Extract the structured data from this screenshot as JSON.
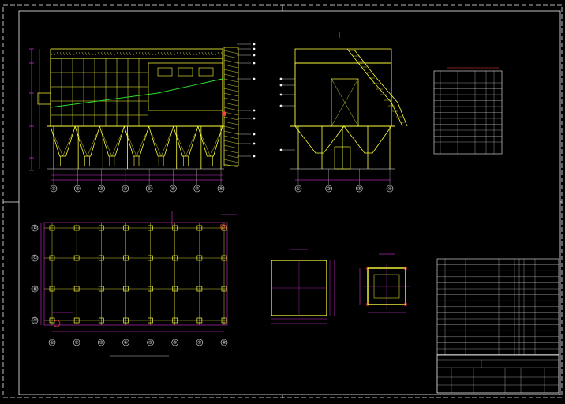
{
  "drawing": {
    "colors": {
      "background": "#000000",
      "frame": "#f2f2f2",
      "structure": "#ffff3c",
      "dimension": "#ff3cff",
      "label": "#f2f2f2",
      "accent_green": "#2ee62e",
      "accent_red": "#ff4040",
      "grid_line": "#ffff3c"
    },
    "front_view": {
      "column_axes": [
        "①",
        "②",
        "③",
        "④",
        "⑤",
        "⑥",
        "⑦",
        "⑧"
      ]
    },
    "side_view": {
      "column_axes": [
        "①",
        "②",
        "③",
        "④"
      ]
    },
    "plan_view": {
      "column_axes": [
        "①",
        "②",
        "③",
        "④",
        "⑤",
        "⑥",
        "⑦",
        "⑧"
      ],
      "row_axes": [
        "Ⓓ",
        "Ⓒ",
        "Ⓑ",
        "Ⓐ"
      ]
    },
    "title_block": {
      "company": "",
      "drawing_title": "",
      "drawing_no": ""
    }
  }
}
